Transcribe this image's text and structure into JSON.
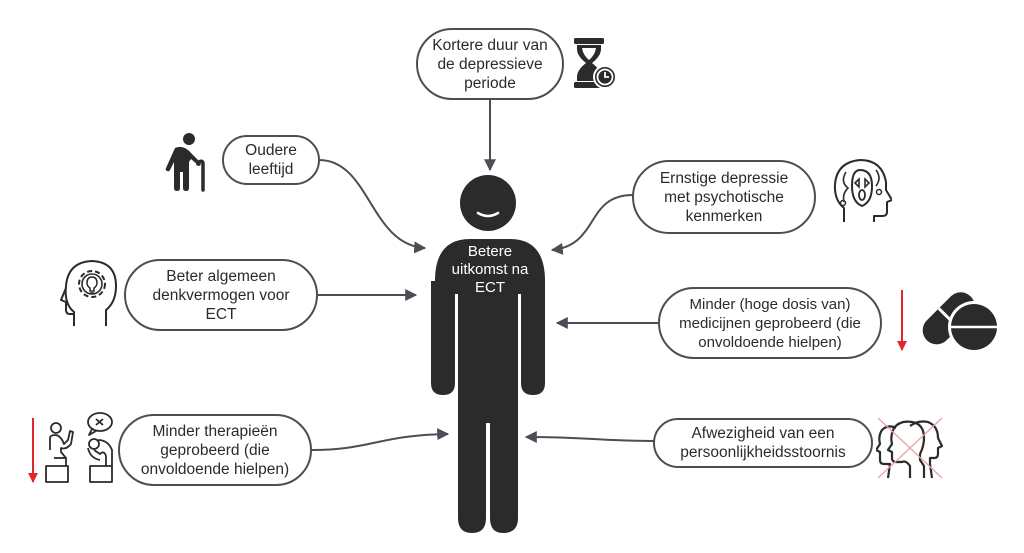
{
  "diagram": {
    "center": {
      "label": "Betere uitkomst na ECT",
      "lines": [
        "Betere",
        "uitkomst na",
        "ECT"
      ],
      "icon": "person-icon"
    },
    "factors": [
      {
        "id": "duration",
        "text": "Kortere duur van de depressieve periode",
        "icon": "hourglass-clock-icon",
        "decrease_marker": false
      },
      {
        "id": "age",
        "text": "Oudere leeftijd",
        "icon": "elderly-person-cane-icon",
        "decrease_marker": false
      },
      {
        "id": "psychotic",
        "text": "Ernstige depressie met psychotische kenmerken",
        "icon": "head-scream-icon",
        "decrease_marker": false
      },
      {
        "id": "cognition",
        "text": "Beter algemeen denkvermogen voor ECT",
        "icon": "head-gear-bulb-icon",
        "decrease_marker": false
      },
      {
        "id": "medication",
        "text": "Minder (hoge dosis van) medicijnen geprobeerd (die onvoldoende hielpen)",
        "icon": "pills-icon",
        "decrease_marker": true
      },
      {
        "id": "therapy",
        "text": "Minder therapieën geprobeerd (die onvoldoende hielpen)",
        "icon": "therapy-session-icon",
        "decrease_marker": true
      },
      {
        "id": "personality",
        "text": "Afwezigheid van een persoonlijkheidsstoornis",
        "icon": "heads-crossed-icon",
        "decrease_marker": false
      }
    ],
    "colors": {
      "figure": "#2b2b2b",
      "connector": "#4a4e55",
      "decrease_arrow": "#e0262f",
      "cross": "#f0a0a8"
    }
  }
}
